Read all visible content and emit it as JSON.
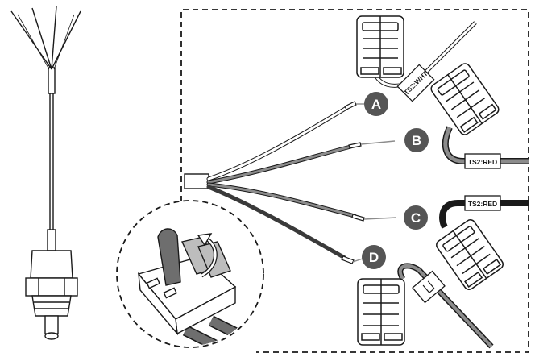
{
  "callouts": [
    {
      "id": "A",
      "label": "A"
    },
    {
      "id": "B",
      "label": "B"
    },
    {
      "id": "C",
      "label": "C"
    },
    {
      "id": "D",
      "label": "D"
    }
  ],
  "wire_tags": {
    "white": "TS2:WHT",
    "red_top": "TS2:RED",
    "red_bottom": "TS2:RED"
  },
  "colors": {
    "outline": "#1a1a1a",
    "wire_gray": "#8c8c8c",
    "wire_dark": "#3a3a3a",
    "callout_fill": "#555555",
    "lever_fill": "#6e6e6e"
  }
}
